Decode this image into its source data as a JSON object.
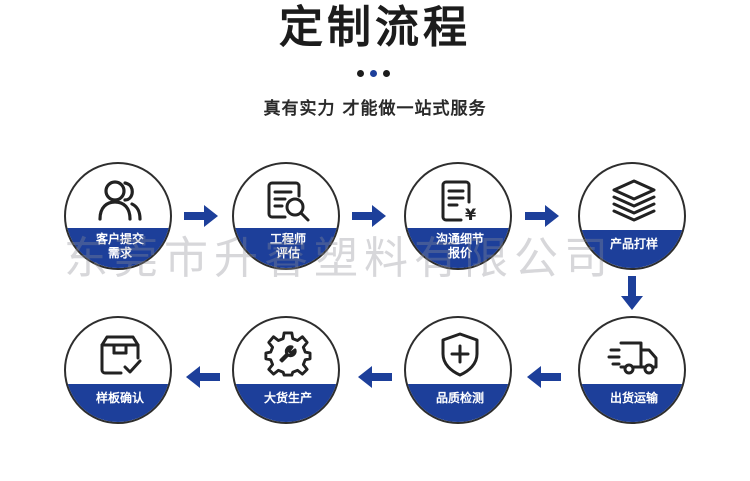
{
  "header": {
    "title": "定制流程",
    "subtitle": "真有实力 才能做一站式服务"
  },
  "steps": [
    {
      "lines": [
        "客户提交",
        "需求"
      ],
      "icon": "users-icon"
    },
    {
      "lines": [
        "工程师",
        "评估"
      ],
      "icon": "document-search-icon"
    },
    {
      "lines": [
        "沟通细节",
        "报价"
      ],
      "icon": "price-list-icon"
    },
    {
      "lines": [
        "产品打样"
      ],
      "icon": "layers-icon"
    },
    {
      "lines": [
        "出货运输"
      ],
      "icon": "delivery-truck-icon"
    },
    {
      "lines": [
        "品质检测"
      ],
      "icon": "shield-plus-icon"
    },
    {
      "lines": [
        "大货生产"
      ],
      "icon": "gear-wrench-icon"
    },
    {
      "lines": [
        "样板确认"
      ],
      "icon": "box-check-icon"
    }
  ],
  "watermark": "东莞市升睿塑料有限公司",
  "colors": {
    "accent": "#1d3f9a",
    "text": "#1c1c1c"
  }
}
